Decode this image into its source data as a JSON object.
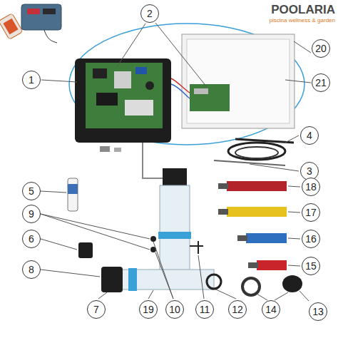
{
  "diagram": {
    "labels": [
      "POOLARIA",
      "piscina wellness & garden",
      "1",
      "2",
      "20",
      "21",
      "4",
      "3",
      "5",
      "18",
      "17",
      "16",
      "15",
      "9",
      "6",
      "8",
      "7",
      "19",
      "10",
      "11",
      "12",
      "14",
      "13"
    ]
  }
}
